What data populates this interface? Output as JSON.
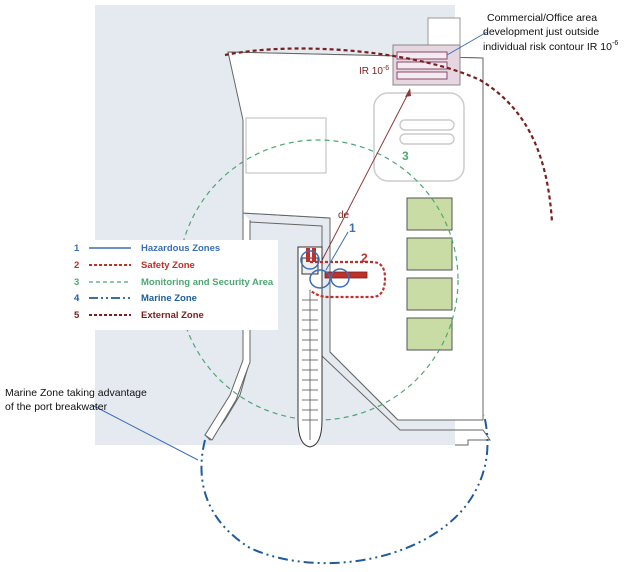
{
  "colors": {
    "land": "#e5eaf1",
    "hazard": "#3b6fb6",
    "safety": "#c0302b",
    "monitoring": "#4ea774",
    "marine": "#1f5c99",
    "external": "#7a1f1f",
    "building": "#c9dca6",
    "risk_line": "#8c3a3a"
  },
  "annotations": {
    "commercial": "Commercial/Office area development just outside individual risk contour IR 10",
    "commercial_line1": "Commercial/Office area",
    "commercial_line2": "development just outside",
    "commercial_line3": "individual risk contour IR 10",
    "commercial_exp": "-6",
    "ir_label": "IR 10",
    "ir_exp": "-6",
    "de_label": "de",
    "zone_label_1": "1",
    "zone_label_2": "2",
    "zone_label_3": "3",
    "marine_note_line1": "Marine Zone taking advantage",
    "marine_note_line2": "of the port breakwater"
  },
  "legend": {
    "items": [
      {
        "num": "1",
        "label": "Hazardous Zones",
        "color": "#3b6fb6"
      },
      {
        "num": "2",
        "label": "Safety Zone",
        "color": "#c0302b"
      },
      {
        "num": "3",
        "label": "Monitoring and Security Area",
        "color": "#4ea774"
      },
      {
        "num": "4",
        "label": "Marine Zone",
        "color": "#1f5c99"
      },
      {
        "num": "5",
        "label": "External Zone",
        "color": "#7a1f1f"
      }
    ]
  }
}
